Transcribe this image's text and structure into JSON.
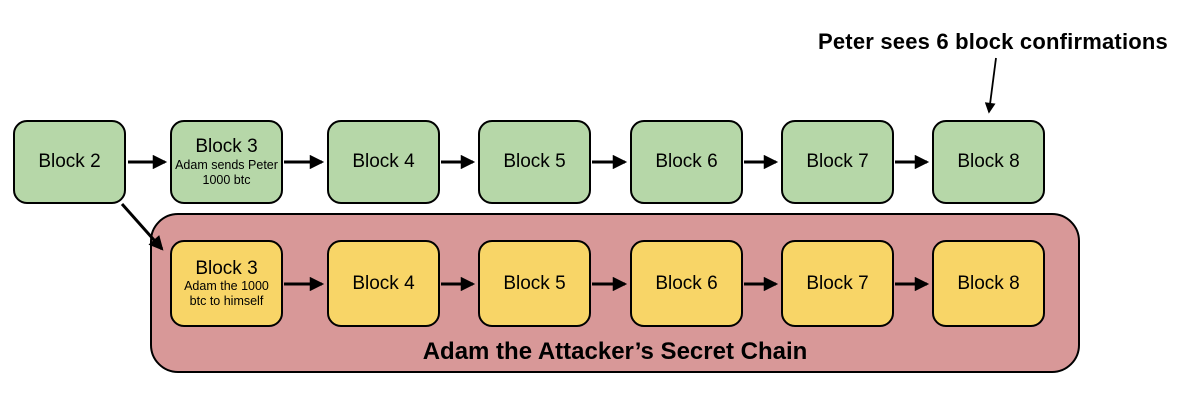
{
  "annotation": {
    "text": "Peter sees 6 block confirmations"
  },
  "main_chain": {
    "blocks": [
      {
        "title": "Block 2",
        "subtitle": ""
      },
      {
        "title": "Block 3",
        "subtitle": "Adam sends Peter 1000 btc"
      },
      {
        "title": "Block 4",
        "subtitle": ""
      },
      {
        "title": "Block 5",
        "subtitle": ""
      },
      {
        "title": "Block 6",
        "subtitle": ""
      },
      {
        "title": "Block 7",
        "subtitle": ""
      },
      {
        "title": "Block 8",
        "subtitle": ""
      }
    ]
  },
  "secret_chain": {
    "label": "Adam the Attacker’s Secret Chain",
    "blocks": [
      {
        "title": "Block 3",
        "subtitle": "Adam the 1000 btc to himself"
      },
      {
        "title": "Block 4",
        "subtitle": ""
      },
      {
        "title": "Block 5",
        "subtitle": ""
      },
      {
        "title": "Block 6",
        "subtitle": ""
      },
      {
        "title": "Block 7",
        "subtitle": ""
      },
      {
        "title": "Block 8",
        "subtitle": ""
      }
    ]
  },
  "colors": {
    "main_block_fill": "#b6d7a8",
    "secret_block_fill": "#f8d567",
    "secret_container_fill": "#d89898",
    "stroke": "#000000"
  }
}
